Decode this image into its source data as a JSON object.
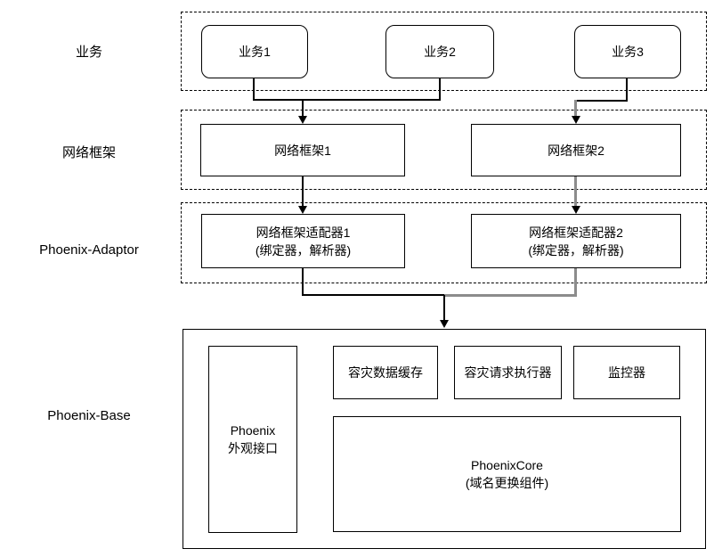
{
  "diagram": {
    "row_labels": {
      "business": "业务",
      "network": "网络框架",
      "adaptor": "Phoenix-Adaptor",
      "base": "Phoenix-Base"
    },
    "business": [
      "业务1",
      "业务2",
      "业务3"
    ],
    "frameworks": [
      "网络框架1",
      "网络框架2"
    ],
    "adaptors": [
      {
        "title": "网络框架适配器1",
        "subtitle": "(绑定器，解析器)"
      },
      {
        "title": "网络框架适配器2",
        "subtitle": "(绑定器，解析器)"
      }
    ],
    "base": {
      "facade_line1": "Phoenix",
      "facade_line2": "外观接口",
      "cache": "容灾数据缓存",
      "executor": "容灾请求执行器",
      "monitor": "监控器",
      "core_line1": "PhoenixCore",
      "core_line2": "(域名更换组件)"
    },
    "colors": {
      "line": "#000000",
      "highlight_line": "#8c8c8c",
      "background": "#ffffff",
      "text": "#000000"
    }
  }
}
